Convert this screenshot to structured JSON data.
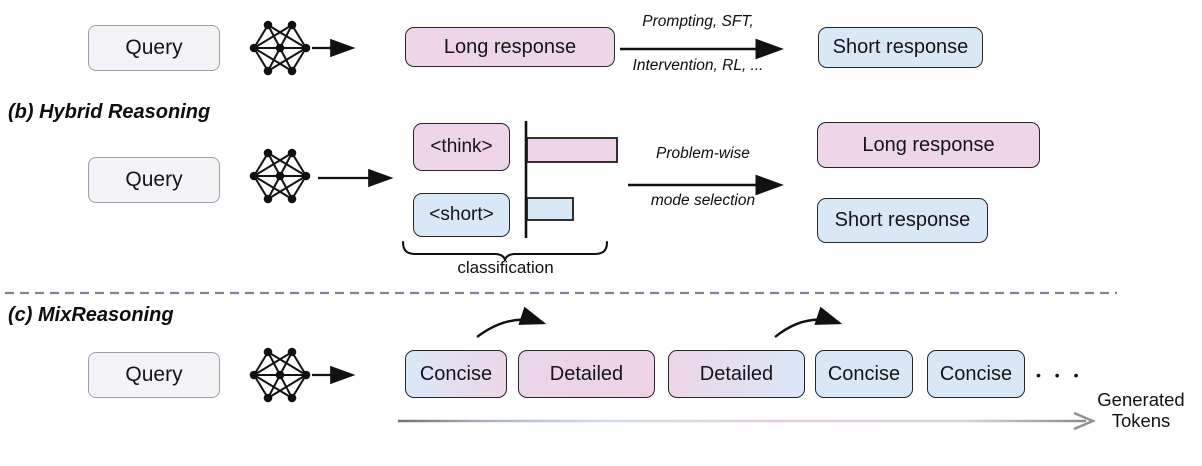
{
  "figure": {
    "row_a": {
      "query_label": "Query",
      "long_response_label": "Long response",
      "arrow_label_top": "Prompting, SFT,",
      "arrow_label_bottom": "Intervention, RL, ...",
      "short_response_label": "Short response"
    },
    "row_b": {
      "section_label": "(b) Hybrid Reasoning",
      "query_label": "Query",
      "think_token_label": "<think>",
      "short_token_label": "<short>",
      "classification_label": "classification",
      "arrow_label_top": "Problem-wise",
      "arrow_label_bottom": "mode selection",
      "long_response_label": "Long response",
      "short_response_label": "Short response",
      "bars": [
        {
          "token": "<think>",
          "relative_length": 0.66,
          "color": "#eed5e9"
        },
        {
          "token": "<short>",
          "relative_length": 0.34,
          "color": "#d9e8f7"
        }
      ]
    },
    "row_c": {
      "section_label": "(c) MixReasoning",
      "query_label": "Query",
      "segments": [
        {
          "label": "Concise",
          "style": "blue-to-pink"
        },
        {
          "label": "Detailed",
          "style": "pink"
        },
        {
          "label": "Detailed",
          "style": "pink-to-blue"
        },
        {
          "label": "Concise",
          "style": "blue"
        },
        {
          "label": "Concise",
          "style": "blue"
        }
      ],
      "ellipsis": "• • •",
      "axis_label_line1": "Generated",
      "axis_label_line2": "Tokens"
    },
    "colors": {
      "pink": "#eed5e9",
      "blue": "#d9e8f7",
      "query_gray": "#f4f4f6",
      "divider": "#7b85a6"
    }
  }
}
